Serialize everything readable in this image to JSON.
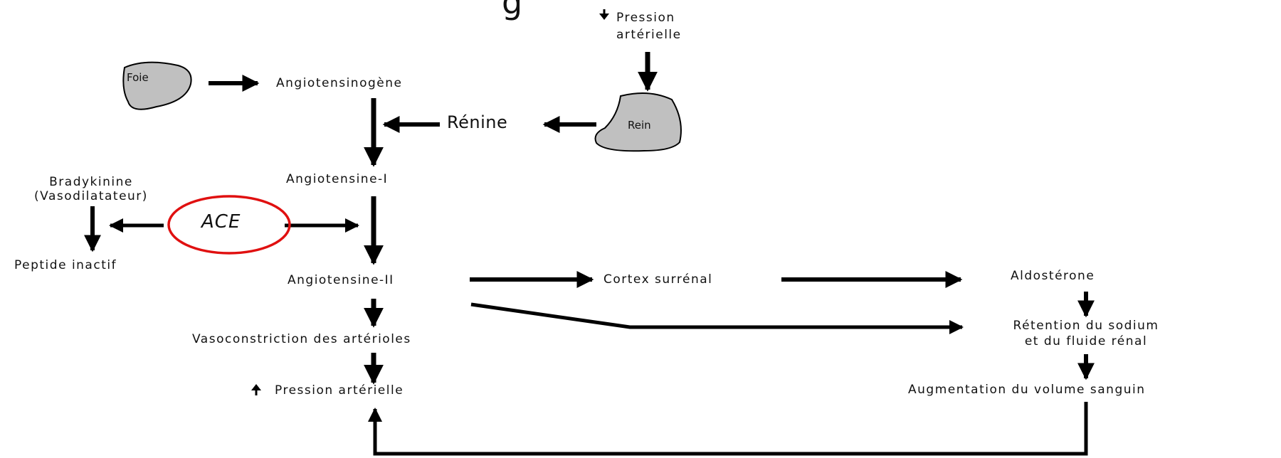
{
  "diagram": {
    "title_fragment": "g",
    "organs": {
      "liver": "Foie",
      "kidney": "Rein"
    },
    "nodes": {
      "pressure_down": "Pression\nartérielle",
      "angiotensinogen": "Angiotensinogène",
      "renin": "Rénine",
      "angiotensin_1": "Angiotensine-I",
      "bradykinin": "Bradykinine\n(Vasodilatateur)",
      "ace": "ACE",
      "inactive_peptide": "Peptide inactif",
      "angiotensin_2": "Angiotensine-II",
      "adrenal_cortex": "Cortex surrénal",
      "aldosterone": "Aldostérone",
      "vasoconstriction": "Vasoconstriction des artérioles",
      "sodium_retention": "Rétention du sodium\net du fluide rénal",
      "pressure_up": "Pression artérielle",
      "blood_volume": "Augmentation du volume sanguin"
    },
    "colors": {
      "arrow": "#000000",
      "organ_fill": "#c0c0c0",
      "highlight": "#e01010"
    }
  }
}
